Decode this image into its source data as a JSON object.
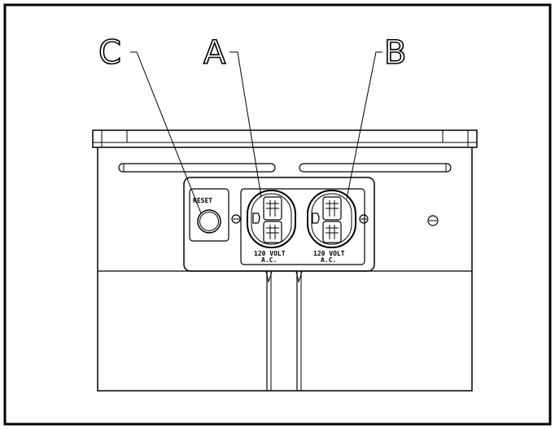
{
  "callouts": {
    "a": "A",
    "b": "B",
    "c": "C"
  },
  "reset_label": "RESET",
  "outlets": [
    {
      "voltage": "120 VOLT",
      "current": "A.C."
    },
    {
      "voltage": "120 VOLT",
      "current": "A.C."
    }
  ]
}
